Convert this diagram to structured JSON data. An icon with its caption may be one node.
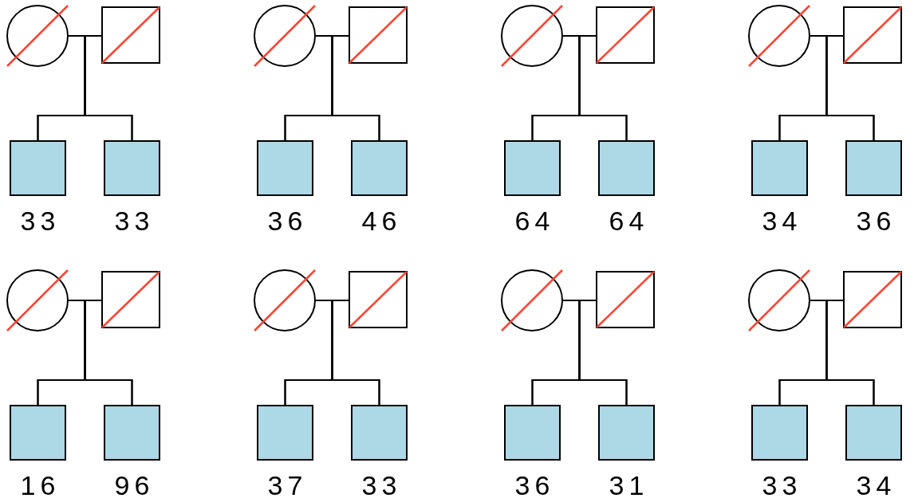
{
  "diagram": {
    "nodes": [
      {
        "text": [],
        "shape": "circle"
      },
      {
        "text": [],
        "shape": "box"
      },
      {
        "text": [],
        "shape": "box",
        "beside": [
          "33"
        ]
      },
      {
        "text": [],
        "shape": "box",
        "beside": [
          "33"
        ]
      },
      {
        "text": [],
        "shape": "circle"
      },
      {
        "text": [],
        "shape": "box"
      },
      {
        "text": [],
        "shape": "box",
        "beside": [
          "36"
        ]
      },
      {
        "text": [],
        "shape": "box",
        "beside": [
          "46"
        ]
      },
      {
        "text": [],
        "shape": "circle"
      },
      {
        "text": [],
        "shape": "box"
      },
      {
        "text": [],
        "shape": "box",
        "beside": [
          "64"
        ]
      },
      {
        "text": [],
        "shape": "box",
        "beside": [
          "64"
        ]
      },
      {
        "text": [],
        "shape": "circle"
      },
      {
        "text": [],
        "shape": "box"
      },
      {
        "text": [],
        "shape": "box",
        "beside": [
          "34"
        ]
      },
      {
        "text": [],
        "shape": "box",
        "beside": [
          "36"
        ]
      },
      {
        "text": [],
        "shape": "circle"
      },
      {
        "text": [],
        "shape": "box"
      },
      {
        "text": [],
        "shape": "box",
        "beside": [
          "16"
        ]
      },
      {
        "text": [],
        "shape": "box",
        "beside": [
          "96"
        ]
      },
      {
        "text": [],
        "shape": "circle"
      },
      {
        "text": [],
        "shape": "box"
      },
      {
        "text": [],
        "shape": "box",
        "beside": [
          "37"
        ]
      },
      {
        "text": [],
        "shape": "box",
        "beside": [
          "33"
        ]
      },
      {
        "text": [],
        "shape": "circle"
      },
      {
        "text": [],
        "shape": "box"
      },
      {
        "text": [],
        "shape": "box",
        "beside": [
          "36"
        ]
      },
      {
        "text": [],
        "shape": "box",
        "beside": [
          "31"
        ]
      },
      {
        "text": [],
        "shape": "circle"
      },
      {
        "text": [],
        "shape": "box"
      },
      {
        "text": [],
        "shape": "box",
        "beside": [
          "33"
        ]
      },
      {
        "text": [],
        "shape": "box",
        "beside": [
          "34"
        ]
      }
    ],
    "edges": [
      {
        "from": 0,
        "to": 1,
        "arrow": "none"
      },
      {
        "from": 0,
        "to": 2,
        "arrow": "none"
      },
      {
        "from": 0,
        "to": 3,
        "arrow": "none"
      },
      {
        "from": 1,
        "to": 2,
        "arrow": "none"
      },
      {
        "from": 1,
        "to": 3,
        "arrow": "none"
      },
      {
        "from": 4,
        "to": 5,
        "arrow": "none"
      },
      {
        "from": 4,
        "to": 6,
        "arrow": "none"
      },
      {
        "from": 4,
        "to": 7,
        "arrow": "none"
      },
      {
        "from": 5,
        "to": 6,
        "arrow": "none"
      },
      {
        "from": 5,
        "to": 7,
        "arrow": "none"
      },
      {
        "from": 8,
        "to": 9,
        "arrow": "none"
      },
      {
        "from": 8,
        "to": 10,
        "arrow": "none"
      },
      {
        "from": 8,
        "to": 11,
        "arrow": "none"
      },
      {
        "from": 9,
        "to": 10,
        "arrow": "none"
      },
      {
        "from": 9,
        "to": 11,
        "arrow": "none"
      },
      {
        "from": 12,
        "to": 13,
        "arrow": "none"
      },
      {
        "from": 12,
        "to": 14,
        "arrow": "none"
      },
      {
        "from": 12,
        "to": 15,
        "arrow": "none"
      },
      {
        "from": 13,
        "to": 14,
        "arrow": "none"
      },
      {
        "from": 13,
        "to": 15,
        "arrow": "none"
      },
      {
        "from": 16,
        "to": 17,
        "arrow": "none"
      },
      {
        "from": 16,
        "to": 18,
        "arrow": "none"
      },
      {
        "from": 16,
        "to": 19,
        "arrow": "none"
      },
      {
        "from": 17,
        "to": 18,
        "arrow": "none"
      },
      {
        "from": 17,
        "to": 19,
        "arrow": "none"
      },
      {
        "from": 20,
        "to": 21,
        "arrow": "none"
      },
      {
        "from": 20,
        "to": 22,
        "arrow": "none"
      },
      {
        "from": 20,
        "to": 23,
        "arrow": "none"
      },
      {
        "from": 21,
        "to": 22,
        "arrow": "none"
      },
      {
        "from": 21,
        "to": 23,
        "arrow": "none"
      },
      {
        "from": 24,
        "to": 25,
        "arrow": "none"
      },
      {
        "from": 24,
        "to": 26,
        "arrow": "none"
      },
      {
        "from": 24,
        "to": 27,
        "arrow": "none"
      },
      {
        "from": 25,
        "to": 26,
        "arrow": "none"
      },
      {
        "from": 25,
        "to": 27,
        "arrow": "none"
      },
      {
        "from": 28,
        "to": 29,
        "arrow": "none"
      },
      {
        "from": 28,
        "to": 30,
        "arrow": "none"
      },
      {
        "from": 28,
        "to": 31,
        "arrow": "none"
      },
      {
        "from": 29,
        "to": 30,
        "arrow": "none"
      },
      {
        "from": 29,
        "to": 31,
        "arrow": "none"
      }
    ]
  }
}
